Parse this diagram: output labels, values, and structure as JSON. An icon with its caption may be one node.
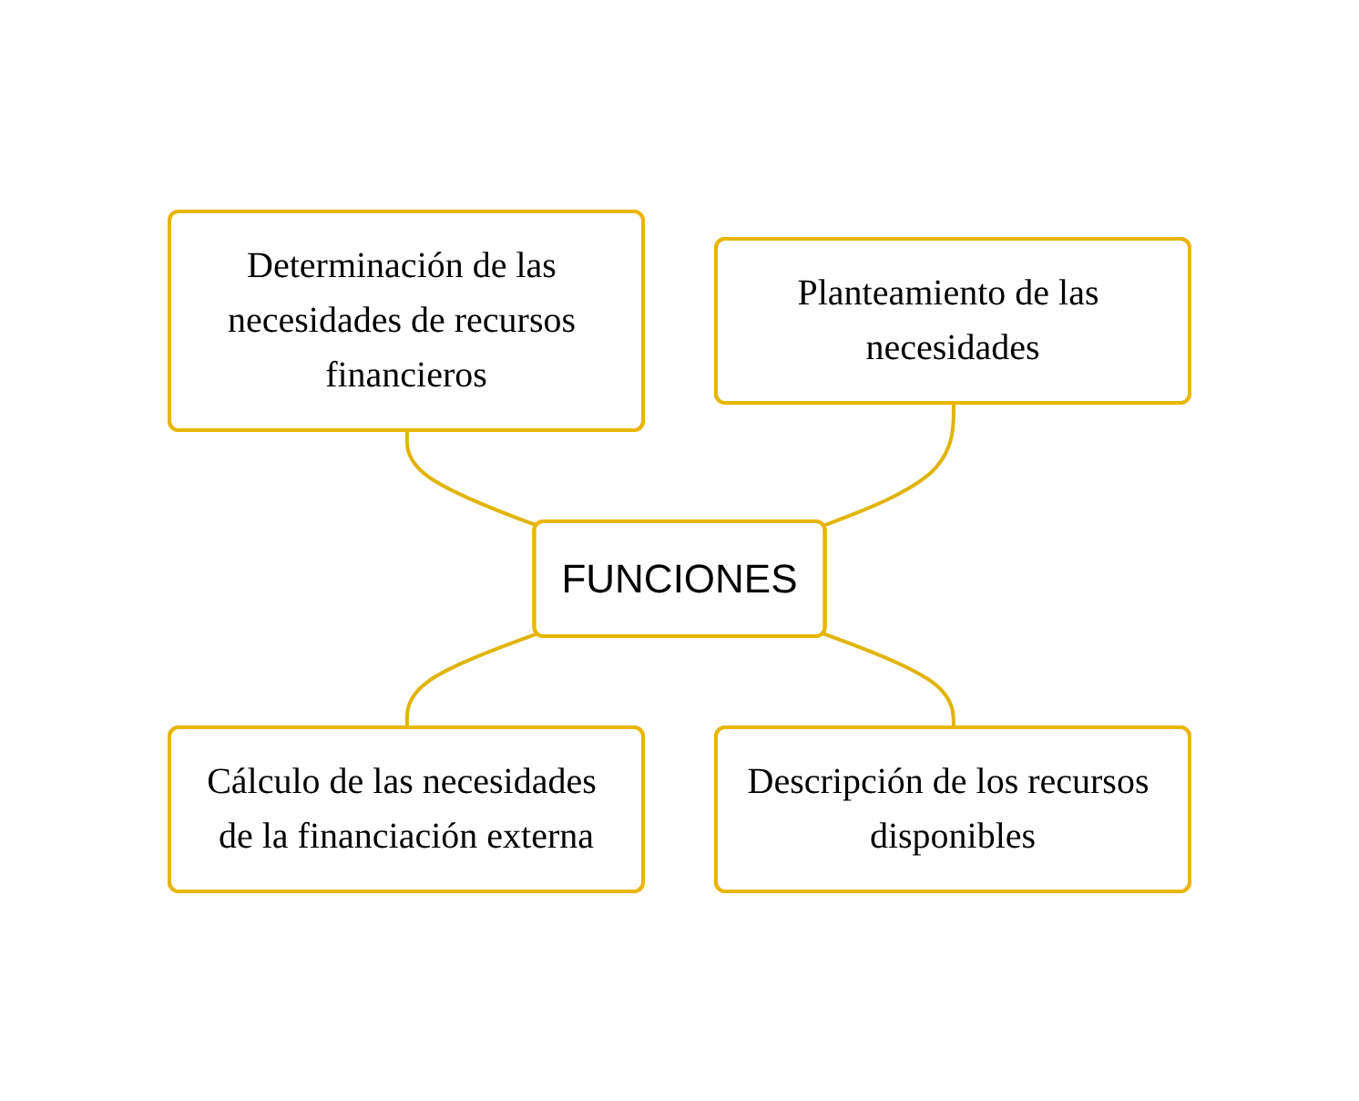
{
  "diagram": {
    "nodes": [
      {
        "text": [
          "Determinación de las necesidades de recursos financieros"
        ]
      },
      {
        "text": [
          "Planteamiento de las necesidades"
        ]
      },
      {
        "text": [
          "FUNCIONES"
        ]
      },
      {
        "text": [
          "Cálculo de las necesidades de la financiación externa"
        ]
      },
      {
        "text": [
          "Descripción de los recursos disponibles"
        ]
      }
    ],
    "edges": [
      {
        "from": 0,
        "to": 2,
        "arrow": "none"
      },
      {
        "from": 1,
        "to": 2,
        "arrow": "none"
      },
      {
        "from": 2,
        "to": 3,
        "arrow": "none"
      },
      {
        "from": 2,
        "to": 4,
        "arrow": "none"
      }
    ]
  }
}
